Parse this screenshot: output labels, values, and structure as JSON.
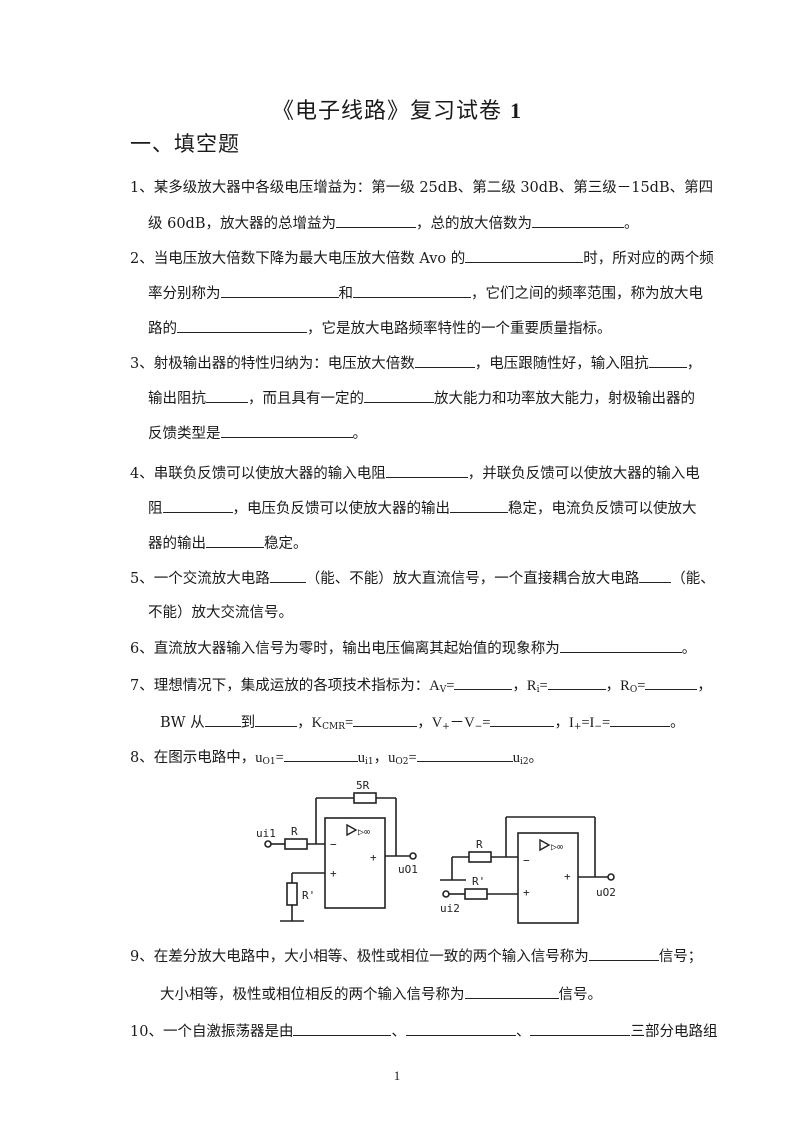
{
  "document": {
    "title_prefix": "《电子线路》复习试卷",
    "title_number": "1",
    "section_heading": "一、填空题",
    "page_number": "1"
  },
  "questions": [
    {
      "number": "1",
      "lines": [
        [
          "1、某多级放大器中各级电压增益为：第一级 25dB、第二级 30dB、第三级－15dB、第四"
        ],
        [
          "级 60dB，放大器的总增益为",
          "__",
          "，总的放大倍数为",
          "__",
          "。"
        ]
      ]
    },
    {
      "number": "2",
      "lines": [
        [
          "2、当电压放大倍数下降为最大电压放大倍数 Avo 的",
          "__",
          "时，所对应的两个频"
        ],
        [
          "率分别称为",
          "__",
          "和",
          "__",
          "，它们之间的频率范围，称为放大电"
        ],
        [
          "路的",
          "__",
          "，它是放大电路频率特性的一个重要质量指标。"
        ]
      ]
    },
    {
      "number": "3",
      "lines": [
        [
          "3、射极输出器的特性归纳为：电压放大倍数",
          "__",
          "，电压跟随性好，输入阻抗",
          "__",
          "，"
        ],
        [
          "输出阻抗",
          "__",
          "，而且具有一定的",
          "__",
          "放大能力和功率放大能力，射极输出器的"
        ],
        [
          "反馈类型是",
          "__",
          "。"
        ]
      ]
    },
    {
      "number": "4",
      "lines": [
        [
          "4、串联负反馈可以使放大器的输入电阻",
          "__",
          "，并联负反馈可以使放大器的输入电"
        ],
        [
          "阻",
          "__",
          "，电压负反馈可以使放大器的输出",
          "__",
          "稳定，电流负反馈可以使放大"
        ],
        [
          "器的输出",
          "__",
          "稳定。"
        ]
      ]
    },
    {
      "number": "5",
      "lines": [
        [
          "5、一个交流放大电路",
          "__",
          "（能、不能）放大直流信号，一个直接耦合放大电路",
          "__",
          "（能、"
        ],
        [
          "不能）放大交流信号。"
        ]
      ]
    },
    {
      "number": "6",
      "lines": [
        [
          "6、直流放大器输入信号为零时，输出电压偏离其起始值的现象称为",
          "__",
          "。"
        ]
      ]
    },
    {
      "number": "7",
      "intro": "7、理想情况下，集成运放的各项技术指标为：",
      "params": {
        "av": "A",
        "av_sub": "V",
        "ri": "R",
        "ri_sub": "i",
        "ro": "R",
        "ro_sub": "O",
        "bw_from": "BW 从",
        "bw_to": "到",
        "kcmr": "K",
        "kcmr_sub": "CMR",
        "vdiff": "V",
        "vplus_sub": "+",
        "vminus": "－V",
        "vminus_sub": "−",
        "iplus": "I",
        "iplus_sub": "+",
        "iminus": "=I",
        "iminus_sub": "−"
      }
    },
    {
      "number": "8",
      "intro": "8、在图示电路中，",
      "uo1": "u",
      "uo1_sub": "O1",
      "ui1": "u",
      "ui1_sub": "i1",
      "uo2": "u",
      "uo2_sub": "O2",
      "ui2": "u",
      "ui2_sub": "i2"
    },
    {
      "number": "9",
      "lines": [
        [
          "9、在差分放大电路中，大小相等、极性或相位一致的两个输入信号称为",
          "__",
          "信号；"
        ],
        [
          "大小相等，极性或相位相反的两个输入信号称为",
          "__",
          "信号。"
        ]
      ]
    },
    {
      "number": "10",
      "lines": [
        [
          "10、一个自激振荡器是由",
          "__",
          "、",
          "__",
          "、",
          "__",
          "三部分电路组"
        ]
      ]
    }
  ],
  "circuits": {
    "circuit1": {
      "input_label": "ui1",
      "input_resistor": "R",
      "feedback_resistor": "5R",
      "ground_resistor": "R'",
      "output_label": "uO1",
      "opamp_symbol": "▷∞",
      "minus": "−",
      "plus": "+",
      "out_plus": "+"
    },
    "circuit2": {
      "input_label": "ui2",
      "top_resistor": "R",
      "input_resistor": "R'",
      "output_label": "uO2",
      "opamp_symbol": "▷∞",
      "minus": "−",
      "plus": "+",
      "out_plus": "+"
    }
  }
}
